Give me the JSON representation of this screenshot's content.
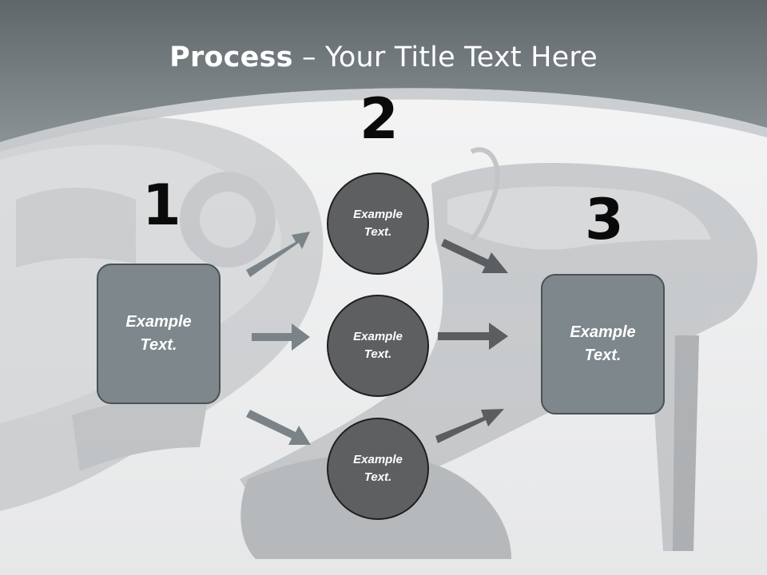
{
  "title": {
    "bold": "Process",
    "rest": " – Your Title Text Here"
  },
  "steps": {
    "one": {
      "number": "1",
      "box_text": "Example\nText."
    },
    "two": {
      "number": "2",
      "circles": [
        "Example\nText.",
        "Example\nText.",
        "Example\nText."
      ]
    },
    "three": {
      "number": "3",
      "box_text": "Example\nText."
    }
  },
  "colors": {
    "header_band": "#6f777b",
    "box_fill": "#7d878c",
    "circle_fill": "#5d5f61",
    "arrow_light": "#7a8488",
    "arrow_dark": "#5a5e60"
  },
  "background_image": "high-heel-shoe-photo"
}
